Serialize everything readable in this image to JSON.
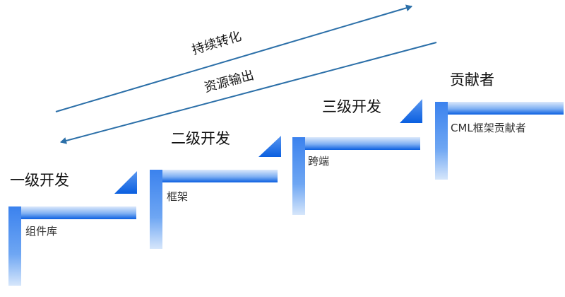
{
  "arrows": {
    "upper_label": "持续转化",
    "lower_label": "资源输出"
  },
  "levels": [
    {
      "title": "一级开发",
      "item": "组件库"
    },
    {
      "title": "二级开发",
      "item": "框架"
    },
    {
      "title": "三级开发",
      "item": "跨端"
    },
    {
      "title": "贡献者",
      "item": "CML框架贡献者"
    }
  ],
  "colors": {
    "step_dark": "#0a5fe0",
    "step_light": "#dce9fb",
    "arrow": "#2b6fa8"
  }
}
